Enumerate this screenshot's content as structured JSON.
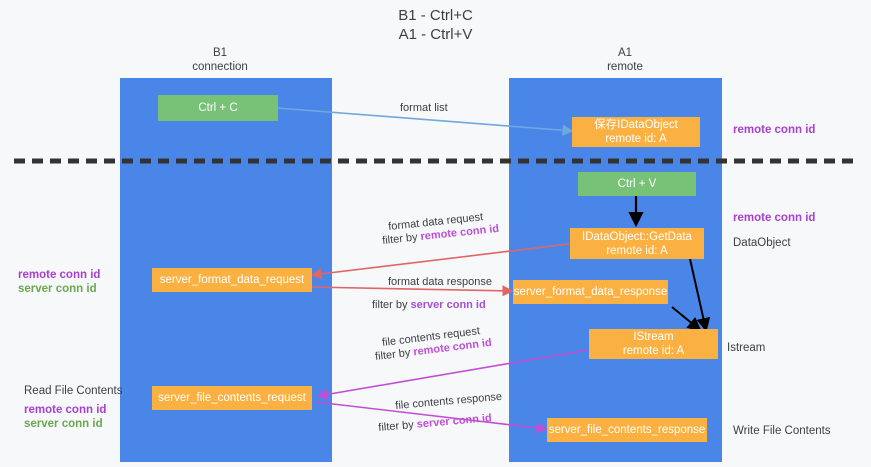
{
  "title": {
    "line1": "B1 - Ctrl+C",
    "line2": "A1 - Ctrl+V"
  },
  "lanes": [
    {
      "name": "B1",
      "sub": "connection"
    },
    {
      "name": "A1",
      "sub": "remote"
    }
  ],
  "colors": {
    "lane": "#4a86e8",
    "green_box": "#77c277",
    "orange_box": "#fbb042",
    "purple_text": "#a83fd1",
    "green_text": "#6aa84f",
    "blue_arrow": "#6fa8dc",
    "red_arrow": "#e06666",
    "magenta_arrow": "#c04fd6",
    "black_arrow": "#000000",
    "background": "#f7f8f9"
  },
  "boxes": {
    "ctrl_c": "Ctrl + C",
    "ctrl_v": "Ctrl + V",
    "idataobject": {
      "line1": "保存IDataObject",
      "line2": "remote id: A"
    },
    "getdata": {
      "line1": "IDataObject::GetData",
      "line2": "remote id: A"
    },
    "istream": {
      "line1": "IStream",
      "line2": "remote id: A"
    },
    "server_format_data_request": "server_format_data_request",
    "server_format_data_response": "server_format_data_response",
    "server_file_contents_request": "server_file_contents_request",
    "server_file_contents_response": "server_file_contents_response"
  },
  "edges": {
    "format_list": "format list",
    "format_data_request": "format data request",
    "format_data_request_filter_prefix": "filter by ",
    "format_data_request_filter_value": "remote conn id",
    "format_data_response": "format data response",
    "format_data_response_filter_prefix": "filter by ",
    "format_data_response_filter_value": "server conn id",
    "file_contents_request": "file contents request",
    "file_contents_request_filter_prefix": "filter by ",
    "file_contents_request_filter_value": "remote conn id",
    "file_contents_response": "file contents response",
    "file_contents_response_filter_prefix": "filter by ",
    "file_contents_response_filter_value": "server conn id"
  },
  "side_labels": {
    "right_remote_conn_id_top": "remote conn id",
    "right_remote_conn_id_mid": "remote conn id",
    "right_dataobject": "DataObject",
    "right_istream": "Istream",
    "right_write_file_contents": "Write File Contents",
    "left_remote_conn_id": "remote conn id",
    "left_server_conn_id": "server conn id",
    "left_read_file_contents": "Read File Contents",
    "left_remote_conn_id_2": "remote conn id",
    "left_server_conn_id_2": "server conn id"
  }
}
